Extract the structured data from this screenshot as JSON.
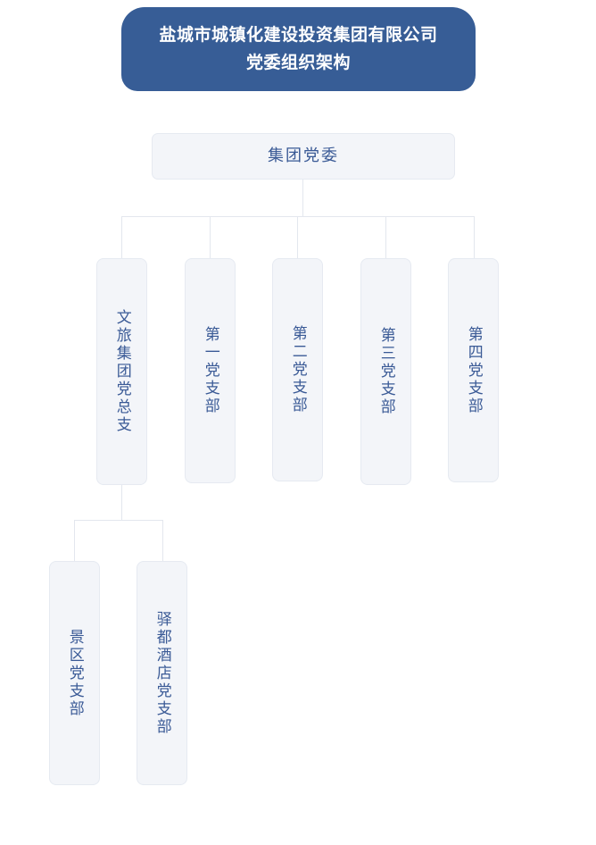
{
  "page": {
    "background_color": "#ffffff",
    "accent_color": "#375d96",
    "node_fill_color": "#f3f5f9",
    "node_border_color": "#e6eaf1",
    "node_text_color": "#3a5a96",
    "connector_color": "#e3e7ee"
  },
  "title": {
    "line1": "盐城市城镇化建设投资集团有限公司",
    "line2": "党委组织架构",
    "full": "盐城市城镇化建设投资集团有限公司\n党委组织架构"
  },
  "org": {
    "root": {
      "label": "集团党委"
    },
    "level2": [
      {
        "label": "文旅集团党总支"
      },
      {
        "label": "第一党支部"
      },
      {
        "label": "第二党支部"
      },
      {
        "label": "第三党支部"
      },
      {
        "label": "第四党支部"
      }
    ],
    "level3": [
      {
        "label": "景区党支部"
      },
      {
        "label": "驿都酒店党支部"
      }
    ]
  }
}
